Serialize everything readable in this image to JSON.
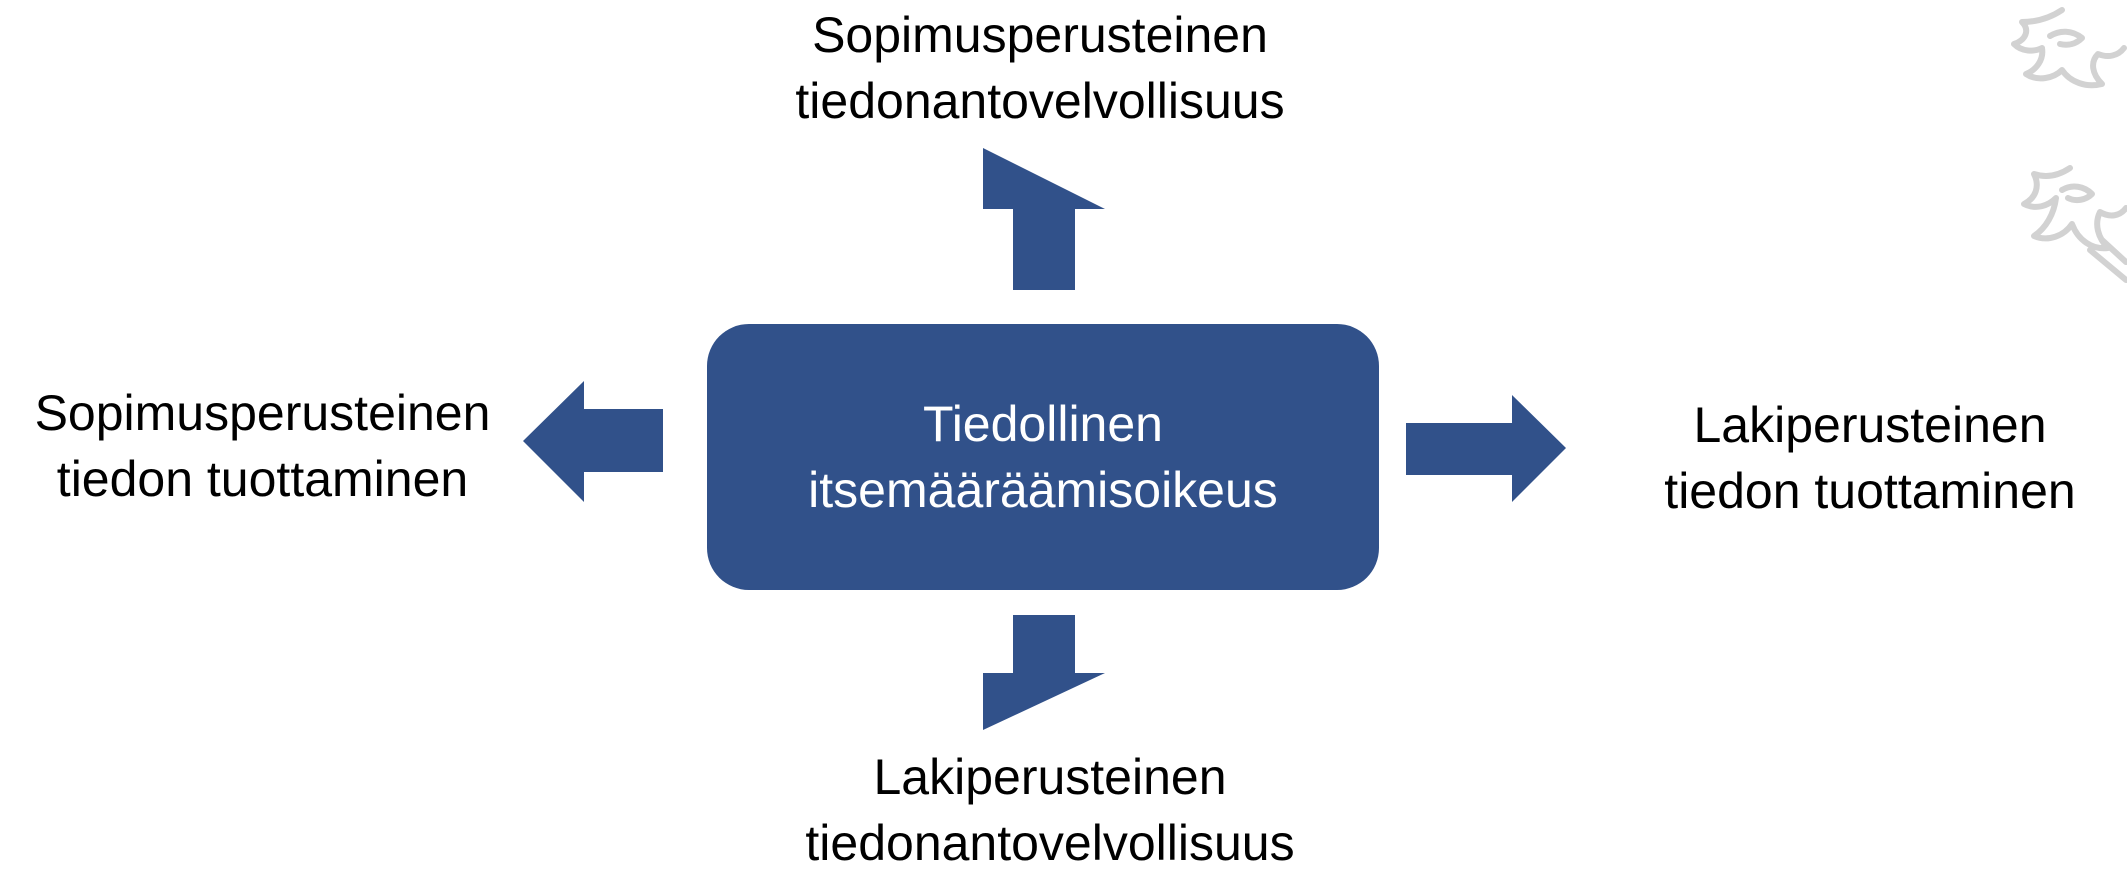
{
  "diagram": {
    "center": {
      "line1": "Tiedollinen",
      "line2": "itsemääräämisoikeus"
    },
    "top": {
      "line1": "Sopimusperusteinen",
      "line2": "tiedonantovelvollisuus"
    },
    "left": {
      "line1": "Sopimusperusteinen",
      "line2": "tiedon tuottaminen"
    },
    "right": {
      "line1": "Lakiperusteinen",
      "line2": "tiedon tuottaminen"
    },
    "bottom": {
      "line1": "Lakiperusteinen",
      "line2": "tiedonantovelvollisuus"
    }
  },
  "colors": {
    "accent": "#31518a",
    "text": "#000000",
    "center_text": "#ffffff",
    "watermark": "#d2d2d2"
  },
  "icons": {
    "watermark": "lion-emblem-icon"
  }
}
